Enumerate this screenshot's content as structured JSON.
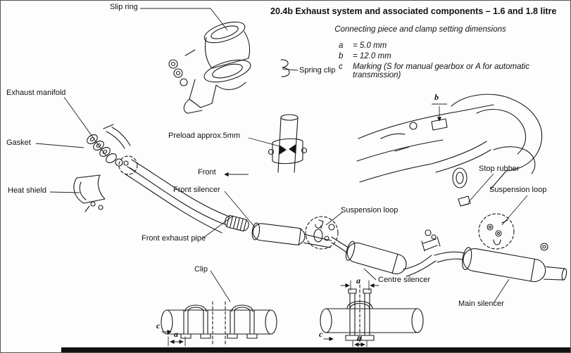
{
  "page": {
    "title": "20.4b  Exhaust system and associated components – 1.6 and 1.8 litre",
    "subtitle": "Connecting piece and clamp setting dimensions",
    "legend": [
      {
        "key": "a",
        "text": "=  5.0 mm"
      },
      {
        "key": "b",
        "text": "=  12.0 mm"
      },
      {
        "key": "c",
        "text": "Marking (S for manual gearbox or A for automatic transmission)"
      }
    ]
  },
  "labels": {
    "slip_ring": "Slip ring",
    "spring_clip": "Spring clip",
    "exhaust_manifold": "Exhaust manifold",
    "gasket": "Gasket",
    "heat_shield": "Heat shield",
    "preload": "Preload approx.5mm",
    "front": "Front",
    "front_silencer": "Front silencer",
    "front_exhaust_pipe": "Front exhaust pipe",
    "suspension_loop": "Suspension loop",
    "clip": "Clip",
    "centre_silencer": "Centre silencer",
    "stop_rubber": "Stop rubber",
    "main_silencer": "Main silencer",
    "dim_a": "a",
    "dim_b": "b",
    "dim_c": "c"
  }
}
